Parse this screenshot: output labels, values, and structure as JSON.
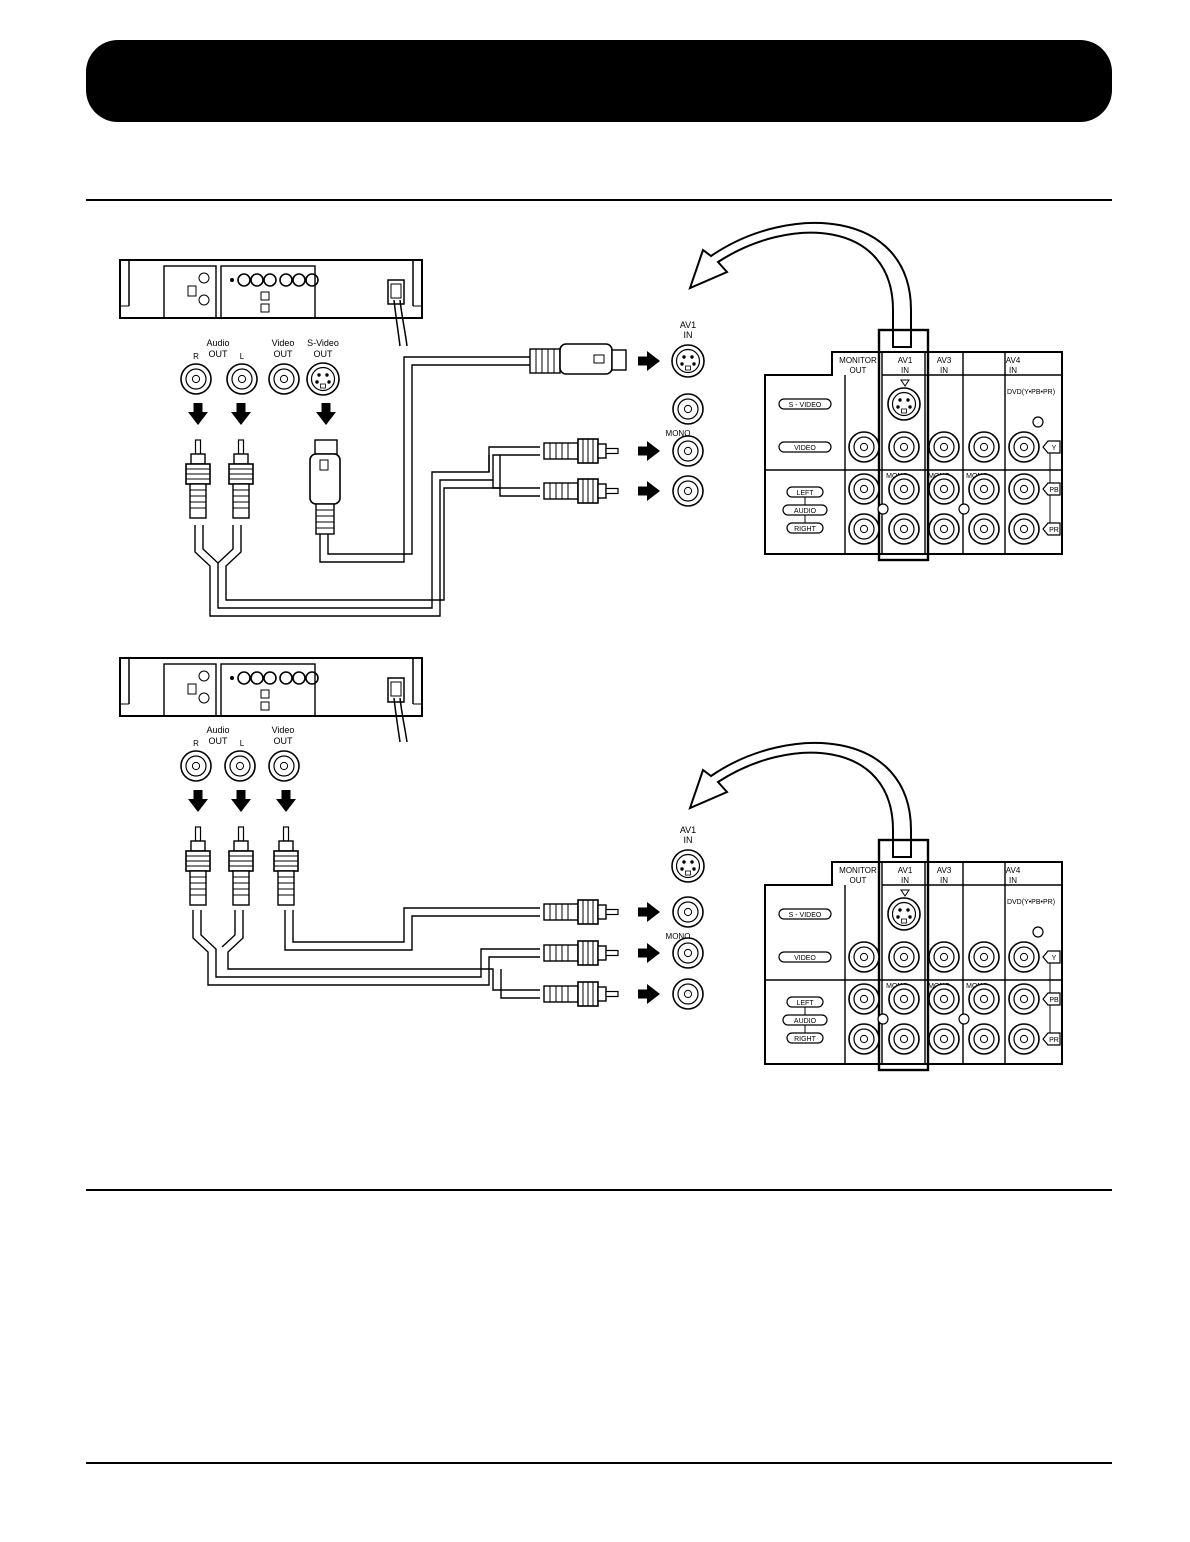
{
  "top": {
    "vcr": {
      "audio_out_top": "Audio",
      "audio_out_bottom": "OUT",
      "r": "R",
      "l": "L",
      "video_out_top": "Video",
      "video_out_bottom": "OUT",
      "svideo_out_top": "S-Video",
      "svideo_out_bottom": "OUT"
    },
    "input": {
      "av1_top": "AV1",
      "av1_bottom": "IN",
      "mono": "MONO"
    }
  },
  "bottom": {
    "vcr": {
      "audio_out_top": "Audio",
      "audio_out_bottom": "OUT",
      "r": "R",
      "l": "L",
      "video_out_top": "Video",
      "video_out_bottom": "OUT"
    },
    "input": {
      "av1_top": "AV1",
      "av1_bottom": "IN",
      "mono": "MONO"
    }
  },
  "panel": {
    "monitor_out_top": "MONITOR",
    "monitor_out_bottom": "OUT",
    "av1_top": "AV1",
    "av1_bottom": "IN",
    "av3_top": "AV3",
    "av3_bottom": "IN",
    "av4_top": "AV4",
    "av4_bottom": "IN",
    "dvd": "DVD(Y•PB•PR)",
    "svideo": "S - VIDEO",
    "video": "VIDEO",
    "left": "LEFT",
    "audio": "AUDIO",
    "right": "RIGHT",
    "mono": "MONO",
    "y": "Y",
    "pb": "PB",
    "pr": "PR"
  }
}
